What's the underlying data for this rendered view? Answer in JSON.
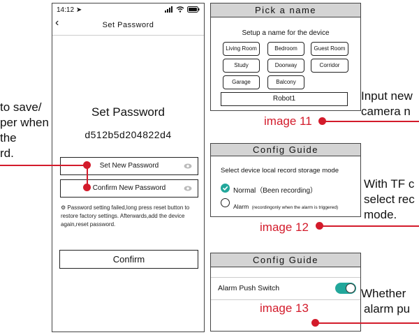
{
  "left_side_text": [
    "to save/",
    "per when",
    "the",
    "rd."
  ],
  "phone": {
    "time": "14:12",
    "title": "Set Password",
    "heading": "Set Password",
    "device_id": "d512b5d204822d4",
    "set_new_password_label": "Set New Password",
    "confirm_new_password_label": "Confirm New Password",
    "note": "Password setting failed,long press reset button to restore factory settings. Afterwards,add the device again,reset password.",
    "confirm_button": "Confirm"
  },
  "panel1": {
    "header": "Pick a name",
    "subtitle": "Setup a name for the device",
    "names": [
      "Living Room",
      "Bedroom",
      "Guest Room",
      "Study",
      "Doorway",
      "Corridor",
      "Garage",
      "Balcony"
    ],
    "current_name": "Robot1",
    "caption": "image 11",
    "side_text": [
      "Input new",
      "camera n"
    ]
  },
  "panel2": {
    "header": "Config Guide",
    "subtitle": "Select device local record storage mode",
    "option_normal": "Normal（Been recording）",
    "option_alarm": "Alarm",
    "option_alarm_detail": "(recordingonly when the alarm is triggered)",
    "caption": "image 12",
    "side_text": [
      "With TF c",
      "select rec",
      "mode."
    ]
  },
  "panel3": {
    "header": "Config Guide",
    "switch_label": "Alarm Push Switch",
    "switch_on": true,
    "caption": "image 13",
    "side_text": [
      "Whether",
      "alarm pu"
    ]
  },
  "colors": {
    "accent": "#22a79b",
    "annotation": "#d31b2b",
    "header_bg": "#d4d4d4"
  }
}
